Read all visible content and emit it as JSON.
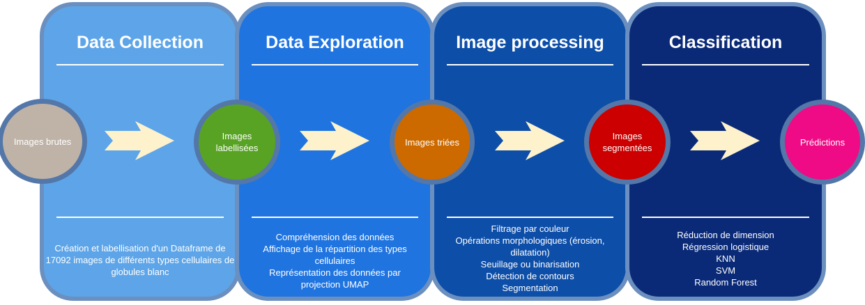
{
  "stages": [
    {
      "title": "Data Collection",
      "description": [
        "Création et labellisation d'un Dataframe de 17092 images de différents types cellulaires de globules blanc"
      ],
      "color": "#5da5e8"
    },
    {
      "title": "Data Exploration",
      "description": [
        "Compréhension des données",
        "Affichage de la répartition des types cellulaires",
        "Représentation des données par projection UMAP"
      ],
      "color": "#1f74e0"
    },
    {
      "title": "Image processing",
      "description": [
        "Filtrage par couleur",
        "Opérations morphologiques (érosion, dilatation)",
        "Seuillage ou binarisation",
        "Détection de contours",
        "Segmentation"
      ],
      "color": "#0d4ea8"
    },
    {
      "title": "Classification",
      "description": [
        "Réduction de dimension",
        "Régression logistique",
        "KNN",
        "SVM",
        "Random Forest"
      ],
      "color": "#0a2a78"
    }
  ],
  "nodes": [
    {
      "label": "Images brutes",
      "color": "#bfb3a8"
    },
    {
      "label": "Images labellisées",
      "color": "#58a324"
    },
    {
      "label": "Images triées",
      "color": "#cc6a00"
    },
    {
      "label": "Images segmentées",
      "color": "#cc0000"
    },
    {
      "label": "Prédictions",
      "color": "#ee0b85"
    }
  ],
  "arrow_color": "#fdf2cc",
  "border_color": "#6b8fbf"
}
